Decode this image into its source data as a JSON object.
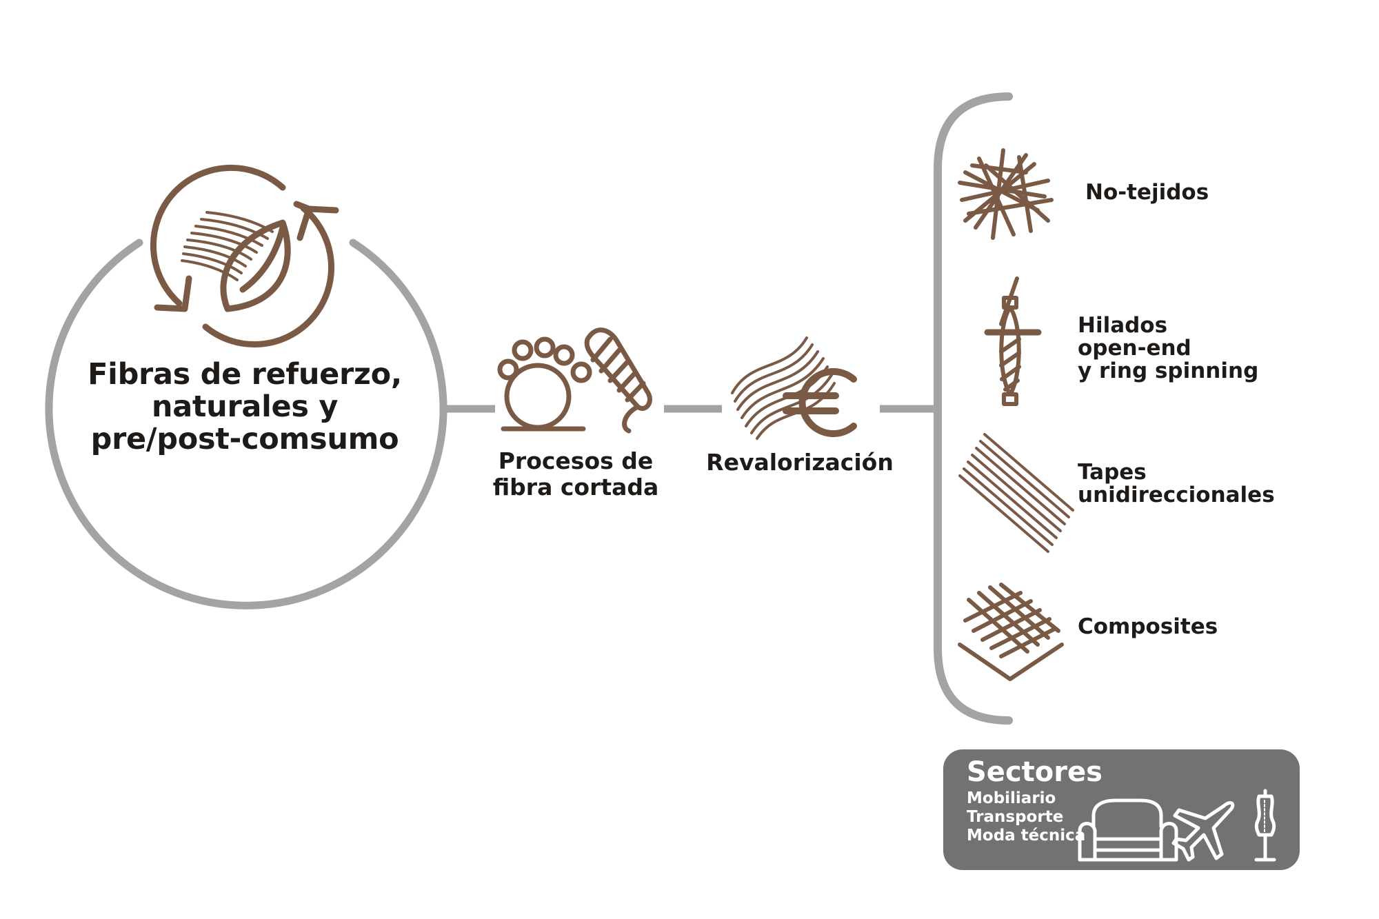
{
  "source": {
    "title_lines": [
      "Fibras de refuerzo,",
      "naturales y",
      "pre/post-comsumo"
    ],
    "icon": "recycle-leaf-fiber-icon"
  },
  "steps": [
    {
      "label": "Procesos de fibra cortada",
      "icon": "carding-spindle-icon"
    },
    {
      "label": "Revalorización",
      "icon": "fiber-euro-icon"
    }
  ],
  "outputs": [
    {
      "lines": [
        "No-tejidos"
      ],
      "icon": "nonwoven-fibers-icon"
    },
    {
      "lines": [
        "Hilados",
        "open-end",
        "y ring spinning"
      ],
      "icon": "yarn-bobbin-icon"
    },
    {
      "lines": [
        "Tapes",
        "unidireccionales"
      ],
      "icon": "unidirectional-tape-icon"
    },
    {
      "lines": [
        "Composites"
      ],
      "icon": "composite-layers-icon"
    }
  ],
  "sectors": {
    "title": "Sectores",
    "items": [
      "Mobiliario",
      "Transporte",
      "Moda técnica"
    ],
    "icons": [
      "armchair-icon",
      "airplane-icon",
      "dress-form-icon"
    ]
  },
  "colors": {
    "accent_brown": "#7a5a45",
    "line_gray": "#a3a3a3",
    "box_gray": "#737272",
    "text_dark": "#1e1a18"
  }
}
